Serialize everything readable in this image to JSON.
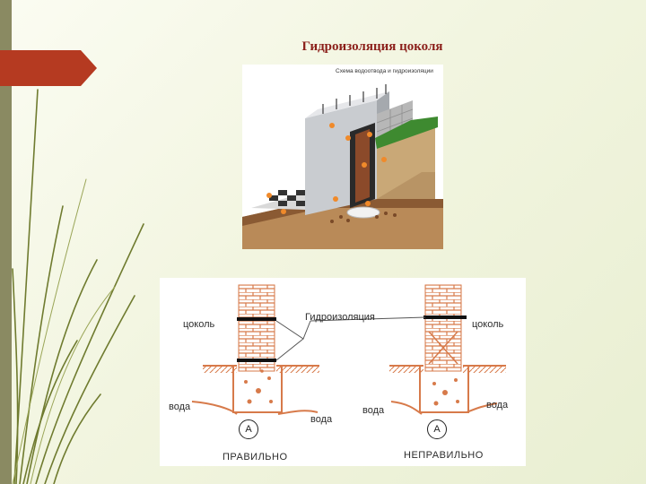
{
  "slide": {
    "title": "Гидроизоляция цоколя",
    "colors": {
      "title": "#8b1f1a",
      "accent_tab": "#b53a21",
      "strip": "#8a8a62",
      "decor_lines": "#6f7b2f"
    }
  },
  "figure_top": {
    "caption": "Схема водоотвода и гидроизоляции"
  },
  "figure_bottom": {
    "label_plinth_left": "цоколь",
    "label_waterproofing": "Гидроизоляция",
    "label_plinth_right": "цоколь",
    "label_water_left_1": "вода",
    "label_water_left_2": "вода",
    "label_water_right_1": "вода",
    "label_water_right_2": "вода",
    "marker_left": "А",
    "marker_right": "А",
    "caption_correct": "ПРАВИЛЬНО",
    "caption_incorrect": "НЕПРАВИЛЬНО"
  }
}
